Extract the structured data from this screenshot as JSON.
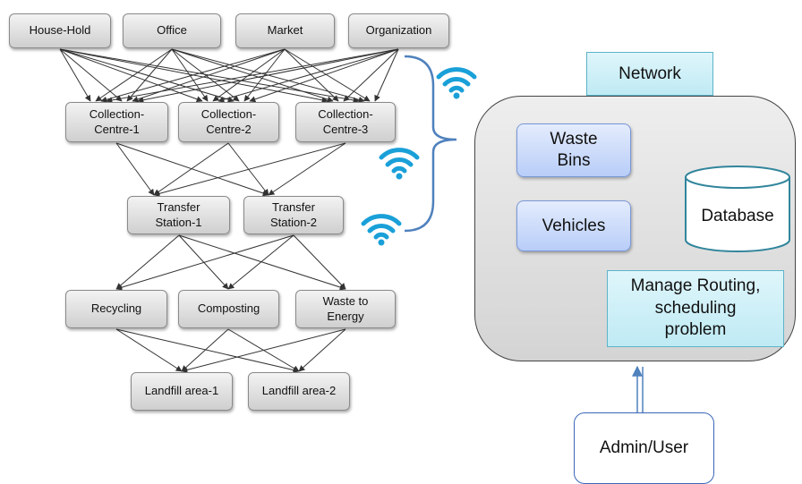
{
  "sources": [
    {
      "id": "household",
      "label": "House-Hold"
    },
    {
      "id": "office",
      "label": "Office"
    },
    {
      "id": "market",
      "label": "Market"
    },
    {
      "id": "organization",
      "label": "Organization"
    }
  ],
  "collection_centres": [
    {
      "id": "cc1",
      "label": "Collection-\nCentre-1"
    },
    {
      "id": "cc2",
      "label": "Collection-\nCentre-2"
    },
    {
      "id": "cc3",
      "label": "Collection-\nCentre-3"
    }
  ],
  "transfer_stations": [
    {
      "id": "ts1",
      "label": "Transfer\nStation-1"
    },
    {
      "id": "ts2",
      "label": "Transfer\nStation-2"
    }
  ],
  "processing": [
    {
      "id": "recycling",
      "label": "Recycling"
    },
    {
      "id": "composting",
      "label": "Composting"
    },
    {
      "id": "energy",
      "label": "Waste to\nEnergy"
    }
  ],
  "landfills": [
    {
      "id": "lf1",
      "label": "Landfill area-1"
    },
    {
      "id": "lf2",
      "label": "Landfill area-2"
    }
  ],
  "system": {
    "network_label": "Network",
    "waste_bins_label": "Waste\nBins",
    "vehicles_label": "Vehicles",
    "database_label": "Database",
    "routing_label": "Manage Routing,\nscheduling\nproblem",
    "admin_label": "Admin/User"
  },
  "colors": {
    "wifi": "#1aa0d8",
    "arrow": "#333333",
    "panel_arrow": "#4f81bd",
    "brace": "#4f81bd",
    "database_stroke": "#31859c"
  },
  "icons": [
    "wifi-icon",
    "wifi-icon",
    "wifi-icon"
  ]
}
